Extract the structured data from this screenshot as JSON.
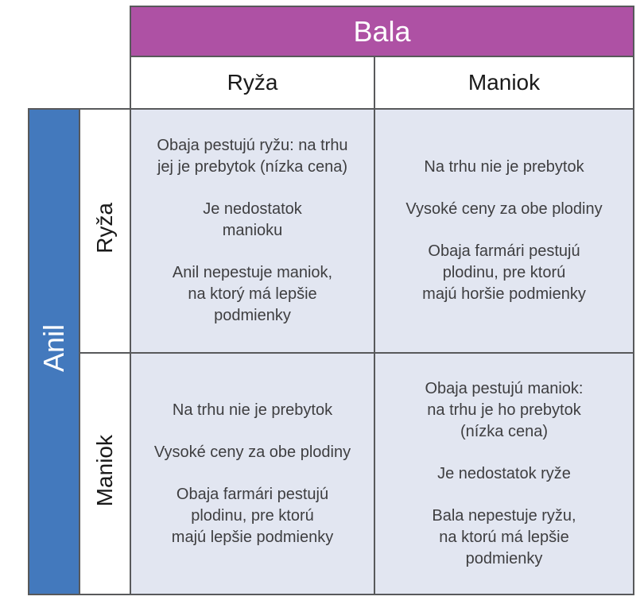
{
  "colors": {
    "header-purple": "#ae51a4",
    "side-blue": "#4379bd",
    "cell-bg": "#e2e6f1",
    "border": "#58595b",
    "cell-text": "#3e3e40"
  },
  "matrix": {
    "column_player": "Bala",
    "row_player": "Anil",
    "column_options": [
      "Ryža",
      "Maniok"
    ],
    "row_options": [
      "Ryža",
      "Maniok"
    ],
    "cells": [
      [
        [
          "Obaja pestujú ryžu: na trhu\njej je prebytok (nízka cena)",
          "Je nedostatok\nmanioku",
          "Anil nepestuje maniok,\nna ktorý má lepšie\npodmienky"
        ],
        [
          "Na trhu nie je prebytok",
          "Vysoké ceny za obe plodiny",
          "Obaja farmári pestujú\nplodinu, pre ktorú\nmajú horšie podmienky"
        ]
      ],
      [
        [
          "Na trhu nie je prebytok",
          "Vysoké ceny za obe plodiny",
          "Obaja farmári pestujú\nplodinu, pre ktorú\nmajú lepšie podmienky"
        ],
        [
          "Obaja pestujú maniok:\nna trhu je ho prebytok\n(nízka cena)",
          "Je nedostatok ryže",
          "Bala nepestuje ryžu,\nna ktorú má lepšie\npodmienky"
        ]
      ]
    ]
  }
}
